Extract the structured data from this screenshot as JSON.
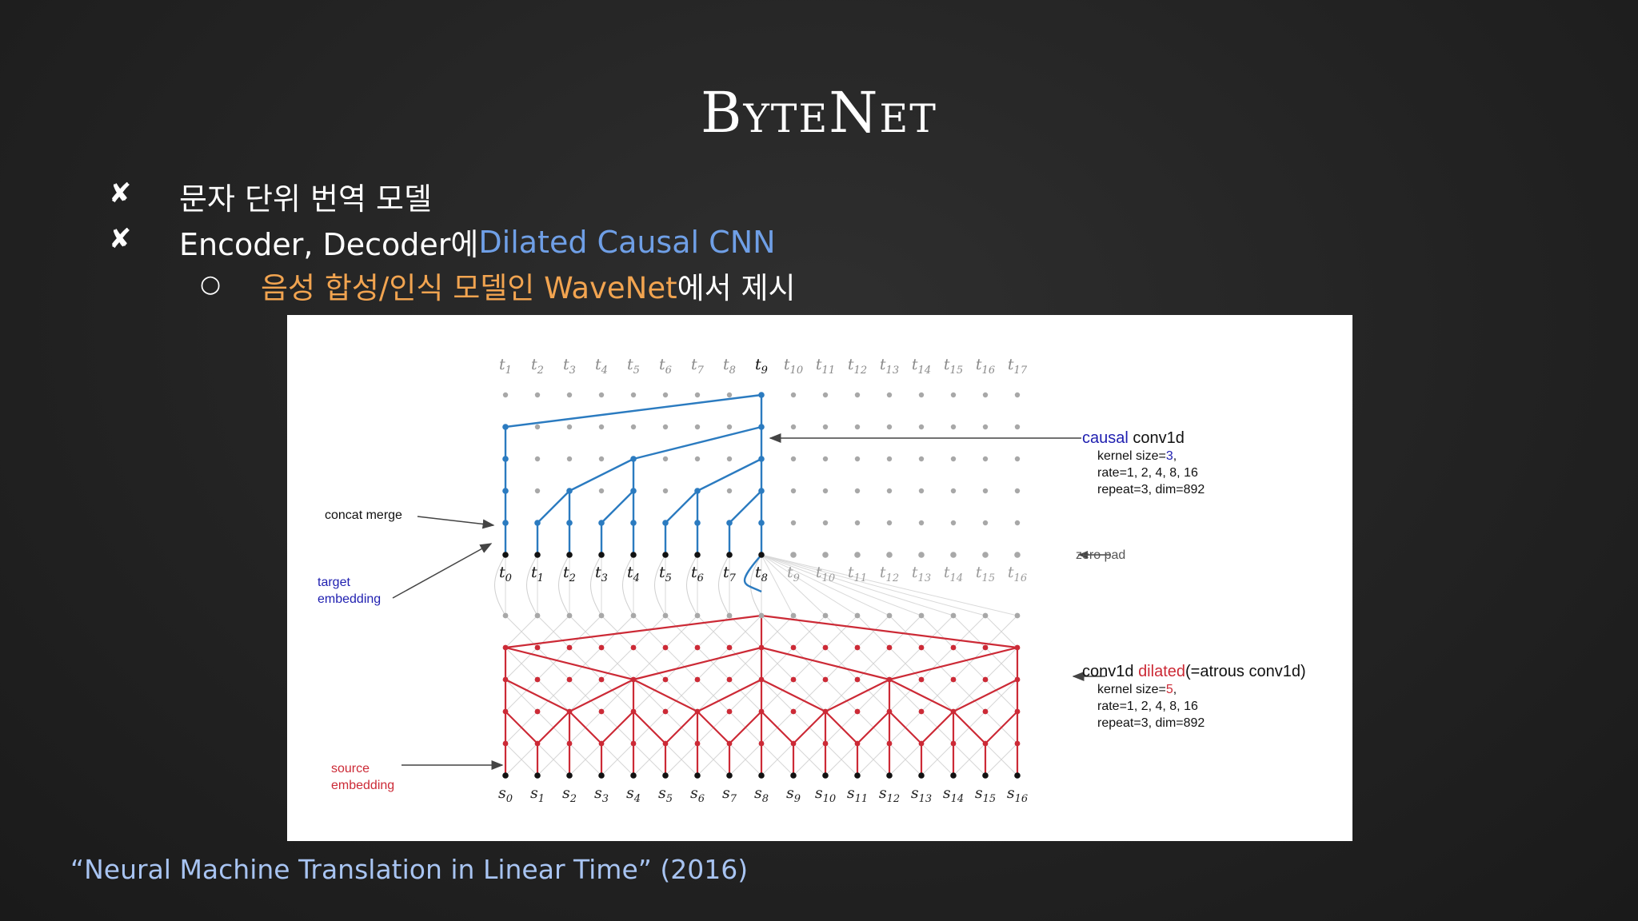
{
  "slide": {
    "title": "ByteNet",
    "bullets": [
      {
        "mark": "✘",
        "text": "문자 단위 번역 모델"
      },
      {
        "mark": "✘",
        "text_plain": "Encoder, Decoder에 ",
        "text_highlight": "Dilated Causal CNN"
      }
    ],
    "sub_bullet": {
      "mark": "○",
      "text_orange": "음성 합성/인식 모델인 WaveNet",
      "text_plain": " 에서 제시"
    },
    "caption": "“Neural Machine Translation in Linear Time” (2016)"
  },
  "diagram": {
    "target_labels_top": [
      "t1",
      "t2",
      "t3",
      "t4",
      "t5",
      "t6",
      "t7",
      "t8",
      "t9",
      "t10",
      "t11",
      "t12",
      "t13",
      "t14",
      "t15",
      "t16",
      "t17"
    ],
    "target_labels_bottom": [
      "t0",
      "t1",
      "t2",
      "t3",
      "t4",
      "t5",
      "t6",
      "t7",
      "t8",
      "t9",
      "t10",
      "t11",
      "t12",
      "t13",
      "t14",
      "t15",
      "t16"
    ],
    "source_labels": [
      "s0",
      "s1",
      "s2",
      "s3",
      "s4",
      "s5",
      "s6",
      "s7",
      "s8",
      "s9",
      "s10",
      "s11",
      "s12",
      "s13",
      "s14",
      "s15",
      "s16"
    ],
    "annotations": {
      "concat_merge": "concat merge",
      "target_embedding_1": "target",
      "target_embedding_2": "embedding",
      "source_embedding_1": "source",
      "source_embedding_2": "embedding",
      "zero_pad": "zero pad",
      "causal_word": "causal",
      "causal_rest": " conv1d",
      "causal_kernel_prefix": "kernel size=",
      "causal_kernel_value": "3",
      "causal_kernel_suffix": ",",
      "causal_rate": "rate=1, 2, 4, 8, 16",
      "causal_repeat": "repeat=3,  dim=892",
      "dilated_prefix": "conv1d ",
      "dilated_word": "dilated",
      "dilated_rest": "(=atrous conv1d)",
      "dilated_kernel_prefix": "kernel size=",
      "dilated_kernel_value": "5",
      "dilated_kernel_suffix": ",",
      "dilated_rate": "rate=1, 2, 4, 8, 16",
      "dilated_repeat": "repeat=3, dim=892"
    },
    "colors": {
      "decoder": "#2b7bc0",
      "encoder": "#cc2a36",
      "causal_word": "#1f1fb0",
      "target_label": "#1f1fb0",
      "source_label": "#cc2a36",
      "grid_dot": "#a8a8a8",
      "input_dot": "#111111"
    }
  }
}
